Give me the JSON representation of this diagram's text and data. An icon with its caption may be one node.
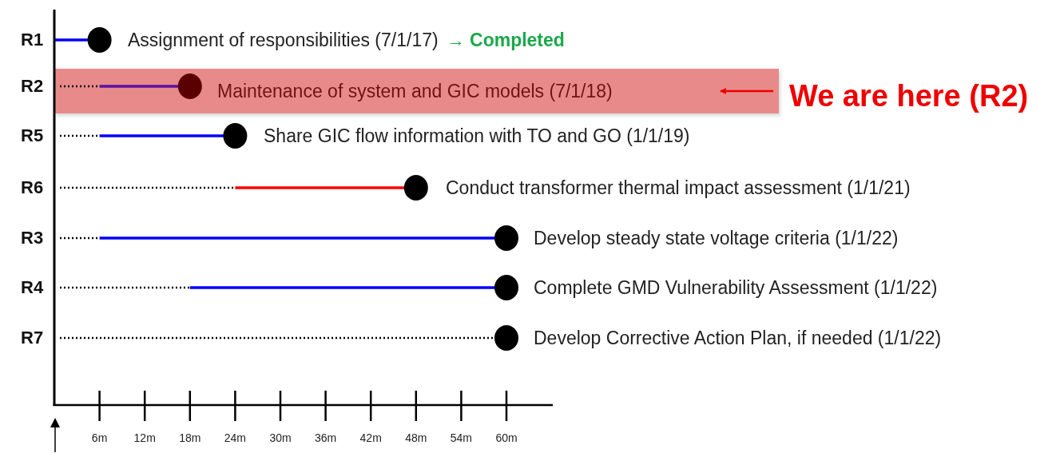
{
  "diagram": {
    "nodes": [
      {
        "text": [
          "Maintenance of system and GIC models (7/1/18)"
        ]
      },
      {
        "text": [
          "We are here (R2)"
        ]
      }
    ],
    "edges": [
      {
        "from": 1,
        "to": 0,
        "arrow": "to"
      }
    ],
    "labels": [
      "R1",
      "Assignment of responsibilities (7/1/17)",
      "→ Completed",
      "R2",
      "R5",
      "Share GIC flow information with TO and GO (1/1/19)",
      "R6",
      "Conduct transformer thermal impact assessment (1/1/21)",
      "R3",
      "Develop steady state voltage criteria (1/1/22)",
      "R4",
      "Complete GMD Vulnerability Assessment (1/1/22)",
      "R7",
      "Develop Corrective Action Plan, if needed (1/1/22)",
      "6m",
      "12m",
      "18m",
      "24m",
      "30m",
      "36m",
      "42m",
      "48m",
      "54m",
      "60m"
    ]
  }
}
